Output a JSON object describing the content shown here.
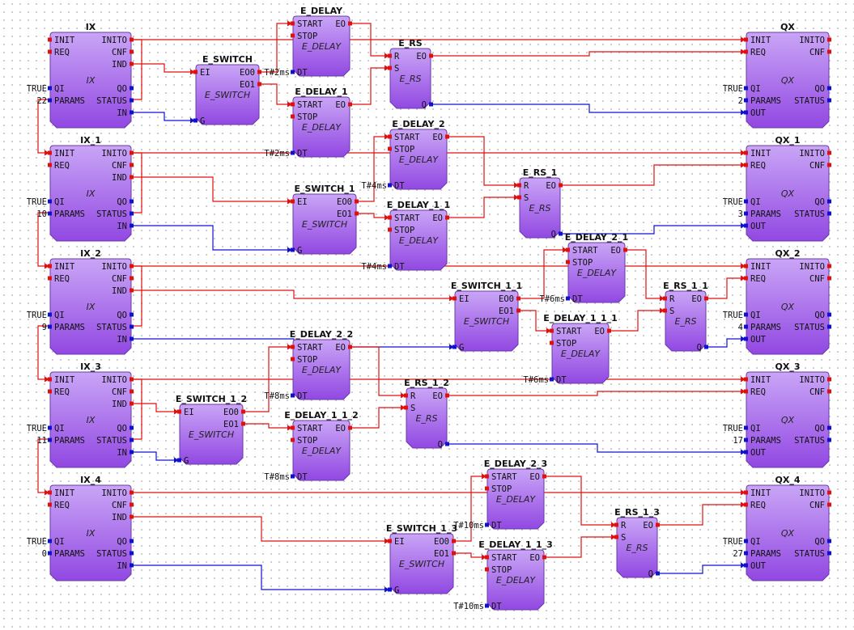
{
  "colors": {
    "event": "#e01010",
    "data": "#1010d0",
    "block_fill_top": "#c9a5f6",
    "block_fill_bottom": "#9248e2",
    "block_stroke": "#6a3aa8"
  },
  "block_types": {
    "IX": {
      "type_label": "IX",
      "inputs": [
        "INIT",
        "REQ",
        "",
        "",
        "QI",
        "PARAMS"
      ],
      "outputs": [
        "INITO",
        "CNF",
        "IND",
        "",
        "QO",
        "STATUS",
        "IN"
      ]
    },
    "QX": {
      "type_label": "QX",
      "inputs": [
        "INIT",
        "REQ",
        "",
        "",
        "QI",
        "PARAMS",
        "OUT"
      ],
      "outputs": [
        "INITO",
        "CNF",
        "",
        "",
        "QO",
        "STATUS"
      ]
    },
    "E_DELAY": {
      "type_label": "E_DELAY",
      "inputs": [
        "START",
        "STOP",
        "",
        "",
        "DT"
      ],
      "outputs": [
        "EO"
      ]
    },
    "E_RS": {
      "type_label": "E_RS",
      "inputs": [
        "R",
        "S"
      ],
      "outputs": [
        "EO",
        "",
        "",
        "",
        "Q"
      ]
    },
    "E_SWITCH": {
      "type_label": "E_SWITCH",
      "inputs": [
        "EI",
        "",
        "",
        "",
        "G"
      ],
      "outputs": [
        "EO0",
        "EO1"
      ]
    }
  },
  "blocks": [
    {
      "id": "ix0",
      "name": "IX",
      "type": "IX",
      "params": {
        "4": "TRUE",
        "5": "22"
      }
    },
    {
      "id": "ix1",
      "name": "IX_1",
      "type": "IX",
      "params": {
        "4": "TRUE",
        "5": "10"
      }
    },
    {
      "id": "ix2",
      "name": "IX_2",
      "type": "IX",
      "params": {
        "4": "TRUE",
        "5": "9"
      }
    },
    {
      "id": "ix3",
      "name": "IX_3",
      "type": "IX",
      "params": {
        "4": "TRUE",
        "5": "11"
      }
    },
    {
      "id": "ix4",
      "name": "IX_4",
      "type": "IX",
      "params": {
        "4": "TRUE",
        "5": "0"
      }
    },
    {
      "id": "qx0",
      "name": "QX",
      "type": "QX",
      "params": {
        "4": "TRUE",
        "5": "2"
      }
    },
    {
      "id": "qx1",
      "name": "QX_1",
      "type": "QX",
      "params": {
        "4": "TRUE",
        "5": "3"
      }
    },
    {
      "id": "qx2",
      "name": "QX_2",
      "type": "QX",
      "params": {
        "4": "TRUE",
        "5": "4"
      }
    },
    {
      "id": "qx3",
      "name": "QX_3",
      "type": "QX",
      "params": {
        "4": "TRUE",
        "5": "17"
      }
    },
    {
      "id": "qx4",
      "name": "QX_4",
      "type": "QX",
      "params": {
        "4": "TRUE",
        "5": "27"
      }
    },
    {
      "id": "sw0",
      "name": "E_SWITCH",
      "type": "E_SWITCH",
      "params": {}
    },
    {
      "id": "sw1",
      "name": "E_SWITCH_1",
      "type": "E_SWITCH",
      "params": {}
    },
    {
      "id": "sw2",
      "name": "E_SWITCH_1_1",
      "type": "E_SWITCH",
      "params": {}
    },
    {
      "id": "sw3",
      "name": "E_SWITCH_1_2",
      "type": "E_SWITCH",
      "params": {}
    },
    {
      "id": "sw4",
      "name": "E_SWITCH_1_3",
      "type": "E_SWITCH",
      "params": {}
    },
    {
      "id": "d0",
      "name": "E_DELAY",
      "type": "E_DELAY",
      "params": {
        "4": "T#2ms"
      }
    },
    {
      "id": "d1",
      "name": "E_DELAY_1",
      "type": "E_DELAY",
      "params": {
        "4": "T#2ms"
      }
    },
    {
      "id": "d2",
      "name": "E_DELAY_2",
      "type": "E_DELAY",
      "params": {
        "4": "T#4ms"
      }
    },
    {
      "id": "d3",
      "name": "E_DELAY_1_1",
      "type": "E_DELAY",
      "params": {
        "4": "T#4ms"
      }
    },
    {
      "id": "d4",
      "name": "E_DELAY_2_1",
      "type": "E_DELAY",
      "params": {
        "4": "T#6ms"
      }
    },
    {
      "id": "d5",
      "name": "E_DELAY_1_1_1",
      "type": "E_DELAY",
      "params": {
        "4": "T#6ms"
      }
    },
    {
      "id": "d6",
      "name": "E_DELAY_2_2",
      "type": "E_DELAY",
      "params": {
        "4": "T#8ms"
      }
    },
    {
      "id": "d7",
      "name": "E_DELAY_1_1_2",
      "type": "E_DELAY",
      "params": {
        "4": "T#8ms"
      }
    },
    {
      "id": "d8",
      "name": "E_DELAY_2_3",
      "type": "E_DELAY",
      "params": {
        "4": "T#10ms"
      }
    },
    {
      "id": "d9",
      "name": "E_DELAY_1_1_3",
      "type": "E_DELAY",
      "params": {
        "4": "T#10ms"
      }
    },
    {
      "id": "rs0",
      "name": "E_RS",
      "type": "E_RS",
      "params": {}
    },
    {
      "id": "rs1",
      "name": "E_RS_1",
      "type": "E_RS",
      "params": {}
    },
    {
      "id": "rs2",
      "name": "E_RS_1_1",
      "type": "E_RS",
      "params": {}
    },
    {
      "id": "rs3",
      "name": "E_RS_1_2",
      "type": "E_RS",
      "params": {}
    },
    {
      "id": "rs4",
      "name": "E_RS_1_3",
      "type": "E_RS",
      "params": {}
    }
  ],
  "connections": [
    {
      "from": "ix0.INITO",
      "to": "qx0.INIT",
      "kind": "event"
    },
    {
      "from": "ix0.INITO",
      "to": "ix1.INIT",
      "kind": "event"
    },
    {
      "from": "ix0.IND",
      "to": "sw0.EI",
      "kind": "event"
    },
    {
      "from": "ix0.IN",
      "to": "sw0.G",
      "kind": "data"
    },
    {
      "from": "sw0.EO0",
      "to": "d0.START",
      "kind": "event"
    },
    {
      "from": "sw0.EO1",
      "to": "d1.START",
      "kind": "event"
    },
    {
      "from": "d0.EO",
      "to": "rs0.R",
      "kind": "event"
    },
    {
      "from": "d1.EO",
      "to": "rs0.S",
      "kind": "event"
    },
    {
      "from": "rs0.EO",
      "to": "qx0.REQ",
      "kind": "event"
    },
    {
      "from": "rs0.Q",
      "to": "qx0.OUT",
      "kind": "data"
    },
    {
      "from": "ix1.INITO",
      "to": "qx1.INIT",
      "kind": "event"
    },
    {
      "from": "ix1.INITO",
      "to": "ix2.INIT",
      "kind": "event"
    },
    {
      "from": "ix1.IND",
      "to": "sw1.EI",
      "kind": "event"
    },
    {
      "from": "ix1.IN",
      "to": "sw1.G",
      "kind": "data"
    },
    {
      "from": "sw1.EO0",
      "to": "d2.START",
      "kind": "event"
    },
    {
      "from": "sw1.EO1",
      "to": "d3.START",
      "kind": "event"
    },
    {
      "from": "d2.EO",
      "to": "rs1.R",
      "kind": "event"
    },
    {
      "from": "d3.EO",
      "to": "rs1.S",
      "kind": "event"
    },
    {
      "from": "rs1.EO",
      "to": "qx1.REQ",
      "kind": "event"
    },
    {
      "from": "rs1.Q",
      "to": "qx1.OUT",
      "kind": "data"
    },
    {
      "from": "ix2.INITO",
      "to": "qx2.INIT",
      "kind": "event"
    },
    {
      "from": "ix2.INITO",
      "to": "ix3.INIT",
      "kind": "event"
    },
    {
      "from": "ix2.IND",
      "to": "sw2.EI",
      "kind": "event"
    },
    {
      "from": "ix2.IN",
      "to": "sw2.G",
      "kind": "data"
    },
    {
      "from": "sw2.EO0",
      "to": "d4.START",
      "kind": "event"
    },
    {
      "from": "sw2.EO1",
      "to": "d5.START",
      "kind": "event"
    },
    {
      "from": "d4.EO",
      "to": "rs2.R",
      "kind": "event"
    },
    {
      "from": "d5.EO",
      "to": "rs2.S",
      "kind": "event"
    },
    {
      "from": "rs2.EO",
      "to": "qx2.REQ",
      "kind": "event"
    },
    {
      "from": "rs2.Q",
      "to": "qx2.OUT",
      "kind": "data"
    },
    {
      "from": "ix3.INITO",
      "to": "qx3.INIT",
      "kind": "event"
    },
    {
      "from": "ix3.INITO",
      "to": "ix4.INIT",
      "kind": "event"
    },
    {
      "from": "ix3.IND",
      "to": "sw3.EI",
      "kind": "event"
    },
    {
      "from": "ix3.IN",
      "to": "sw3.G",
      "kind": "data"
    },
    {
      "from": "sw3.EO0",
      "to": "d6.START",
      "kind": "event"
    },
    {
      "from": "sw3.EO1",
      "to": "d7.START",
      "kind": "event"
    },
    {
      "from": "d6.EO",
      "to": "rs3.R",
      "kind": "event"
    },
    {
      "from": "d7.EO",
      "to": "rs3.S",
      "kind": "event"
    },
    {
      "from": "rs3.EO",
      "to": "qx3.REQ",
      "kind": "event"
    },
    {
      "from": "rs3.Q",
      "to": "qx3.OUT",
      "kind": "data"
    },
    {
      "from": "ix4.INITO",
      "to": "qx4.INIT",
      "kind": "event"
    },
    {
      "from": "ix4.IND",
      "to": "sw4.EI",
      "kind": "event"
    },
    {
      "from": "ix4.IN",
      "to": "sw4.G",
      "kind": "data"
    },
    {
      "from": "sw4.EO0",
      "to": "d8.START",
      "kind": "event"
    },
    {
      "from": "sw4.EO1",
      "to": "d9.START",
      "kind": "event"
    },
    {
      "from": "d8.EO",
      "to": "rs4.R",
      "kind": "event"
    },
    {
      "from": "d9.EO",
      "to": "rs4.S",
      "kind": "event"
    },
    {
      "from": "rs4.EO",
      "to": "qx4.REQ",
      "kind": "event"
    },
    {
      "from": "rs4.Q",
      "to": "qx4.OUT",
      "kind": "data"
    }
  ]
}
